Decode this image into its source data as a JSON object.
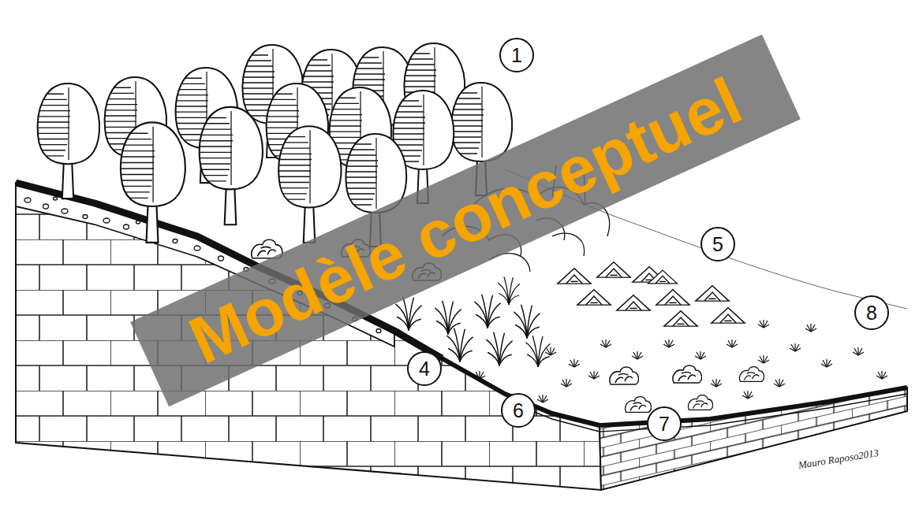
{
  "diagram": {
    "labels": [
      "1",
      "5",
      "8",
      "4",
      "6",
      "7",
      "Mauro Raposo2013",
      "Modèle conceptuel"
    ]
  }
}
